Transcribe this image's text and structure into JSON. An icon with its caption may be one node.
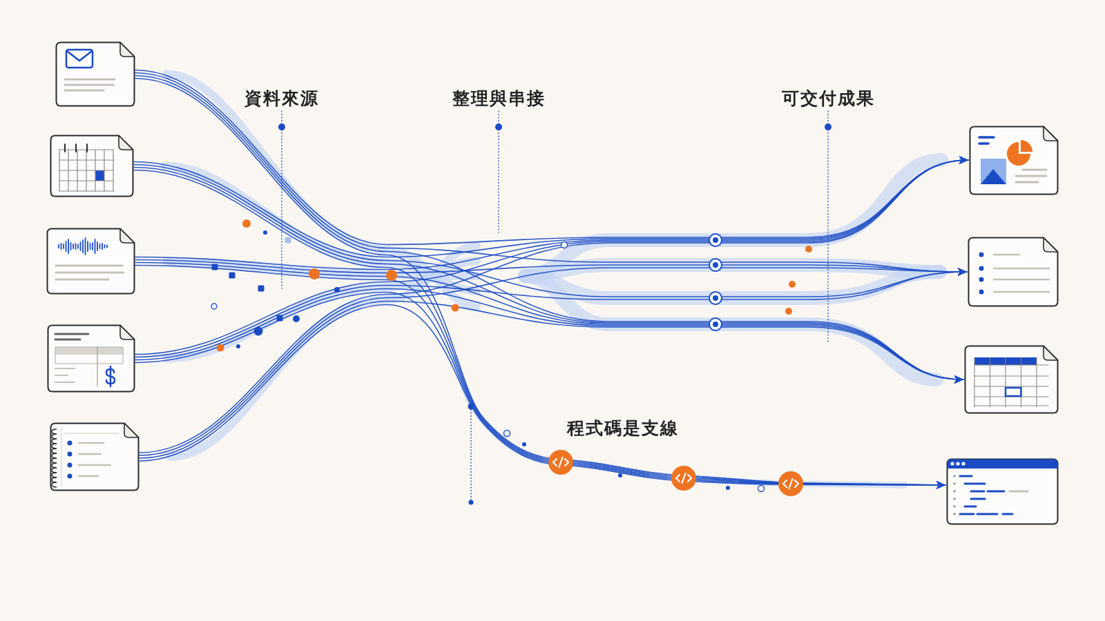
{
  "diagram": {
    "nodes": [
      {
        "text": [
          "資料來源"
        ]
      },
      {
        "text": [
          "整理與串接"
        ]
      },
      {
        "text": [
          "可交付成果"
        ]
      },
      {
        "text": [],
        "shape": "picture"
      },
      {
        "text": [],
        "shape": "picture"
      },
      {
        "text": [],
        "shape": "picture"
      },
      {
        "text": [],
        "shape": "picture"
      },
      {
        "text": [],
        "shape": "picture"
      },
      {
        "text": [],
        "shape": "picture"
      },
      {
        "text": [],
        "shape": "picture"
      },
      {
        "text": [],
        "shape": "picture"
      },
      {
        "text": [],
        "shape": "picture"
      }
    ],
    "edges": [
      {
        "from": 0,
        "to": null,
        "arrow": "none",
        "style": "dashed"
      },
      {
        "from": 1,
        "to": null,
        "arrow": "none",
        "style": "dashed"
      },
      {
        "from": 2,
        "to": null,
        "arrow": "none",
        "style": "dashed"
      },
      {
        "from": 3,
        "to": 8,
        "arrow": "to"
      },
      {
        "from": 3,
        "to": 9,
        "arrow": "to"
      },
      {
        "from": 3,
        "to": 10,
        "arrow": "to"
      },
      {
        "from": 3,
        "to": 11,
        "arrow": "to"
      },
      {
        "from": 4,
        "to": 8,
        "arrow": "to"
      },
      {
        "from": 4,
        "to": 9,
        "arrow": "to"
      },
      {
        "from": 4,
        "to": 10,
        "arrow": "to"
      },
      {
        "from": 4,
        "to": 11,
        "arrow": "to"
      },
      {
        "from": 5,
        "to": 8,
        "arrow": "to"
      },
      {
        "from": 5,
        "to": 9,
        "arrow": "to"
      },
      {
        "from": 5,
        "to": 10,
        "arrow": "to"
      },
      {
        "from": 5,
        "to": 11,
        "arrow": "to"
      },
      {
        "from": 6,
        "to": 8,
        "arrow": "to"
      },
      {
        "from": 6,
        "to": 9,
        "arrow": "to"
      },
      {
        "from": 6,
        "to": 10,
        "arrow": "to"
      },
      {
        "from": 6,
        "to": 11,
        "arrow": "to"
      },
      {
        "from": 7,
        "to": 8,
        "arrow": "to"
      },
      {
        "from": 7,
        "to": 9,
        "arrow": "to"
      },
      {
        "from": 7,
        "to": 10,
        "arrow": "to"
      },
      {
        "from": 7,
        "to": 11,
        "arrow": "to"
      }
    ],
    "labels": [
      "程式碼是支線"
    ]
  }
}
